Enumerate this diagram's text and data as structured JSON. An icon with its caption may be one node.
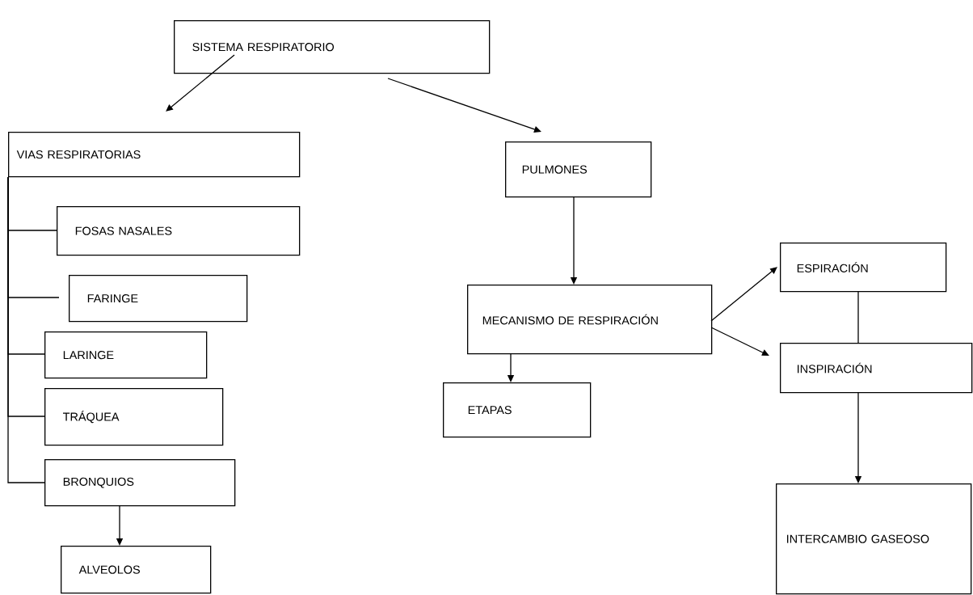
{
  "diagram": {
    "nodes": [
      {
        "text": [
          "SISTEMA RESPIRATORIO"
        ]
      },
      {
        "text": [
          "VIAS RESPIRATORIAS"
        ]
      },
      {
        "text": [
          "FOSAS NASALES"
        ]
      },
      {
        "text": [
          "FARINGE"
        ]
      },
      {
        "text": [
          "LARINGE"
        ]
      },
      {
        "text": [
          "TRÁQUEA"
        ]
      },
      {
        "text": [
          "BRONQUIOS"
        ]
      },
      {
        "text": [
          "ALVEOLOS"
        ]
      },
      {
        "text": [
          "PULMONES"
        ]
      },
      {
        "text": [
          "MECANISMO DE RESPIRACIÓN"
        ]
      },
      {
        "text": [
          "ETAPAS"
        ]
      },
      {
        "text": [
          "ESPIRACIÓN"
        ]
      },
      {
        "text": [
          "INSPIRACIÓN"
        ]
      },
      {
        "text": [
          "INTERCAMBIO GASEOSO"
        ]
      }
    ],
    "edges": [
      {
        "from": 0,
        "to": 1,
        "arrow": "to"
      },
      {
        "from": 0,
        "to": 8,
        "arrow": "to"
      },
      {
        "from": 1,
        "to": 2,
        "arrow": "none"
      },
      {
        "from": 1,
        "to": 3,
        "arrow": "none"
      },
      {
        "from": 1,
        "to": 4,
        "arrow": "none"
      },
      {
        "from": 1,
        "to": 5,
        "arrow": "none"
      },
      {
        "from": 1,
        "to": 6,
        "arrow": "none"
      },
      {
        "from": 6,
        "to": 7,
        "arrow": "to"
      },
      {
        "from": 8,
        "to": 9,
        "arrow": "to"
      },
      {
        "from": 9,
        "to": 10,
        "arrow": "to"
      },
      {
        "from": 9,
        "to": 11,
        "arrow": "to"
      },
      {
        "from": 9,
        "to": 12,
        "arrow": "to"
      },
      {
        "from": 11,
        "to": 12,
        "arrow": "none"
      },
      {
        "from": 12,
        "to": 13,
        "arrow": "to"
      }
    ]
  }
}
